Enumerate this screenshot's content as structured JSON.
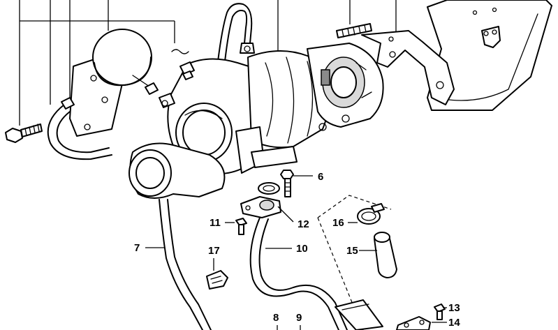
{
  "callouts": [
    {
      "id": "6",
      "label": "6"
    },
    {
      "id": "7",
      "label": "7"
    },
    {
      "id": "8",
      "label": "8"
    },
    {
      "id": "9",
      "label": "9"
    },
    {
      "id": "10",
      "label": "10"
    },
    {
      "id": "11",
      "label": "11"
    },
    {
      "id": "12",
      "label": "12"
    },
    {
      "id": "13",
      "label": "13"
    },
    {
      "id": "14",
      "label": "14"
    },
    {
      "id": "15",
      "label": "15"
    },
    {
      "id": "16",
      "label": "16"
    },
    {
      "id": "17",
      "label": "17"
    }
  ]
}
